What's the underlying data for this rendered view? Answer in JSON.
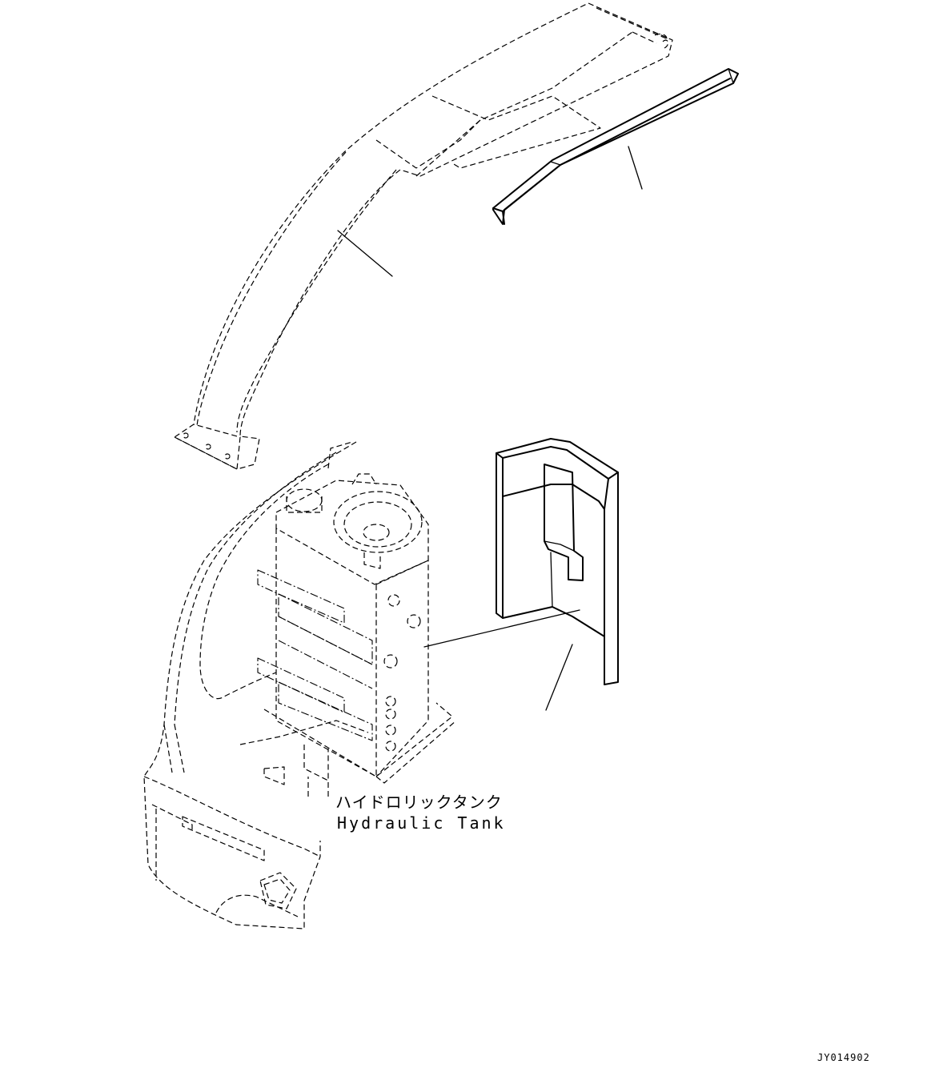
{
  "callout": {
    "name_ja": "ハイドロリックタンク",
    "name_en": "Hydraulic Tank"
  },
  "drawing_number": "JY014902",
  "colors": {
    "line": "#000000",
    "background": "#ffffff"
  }
}
